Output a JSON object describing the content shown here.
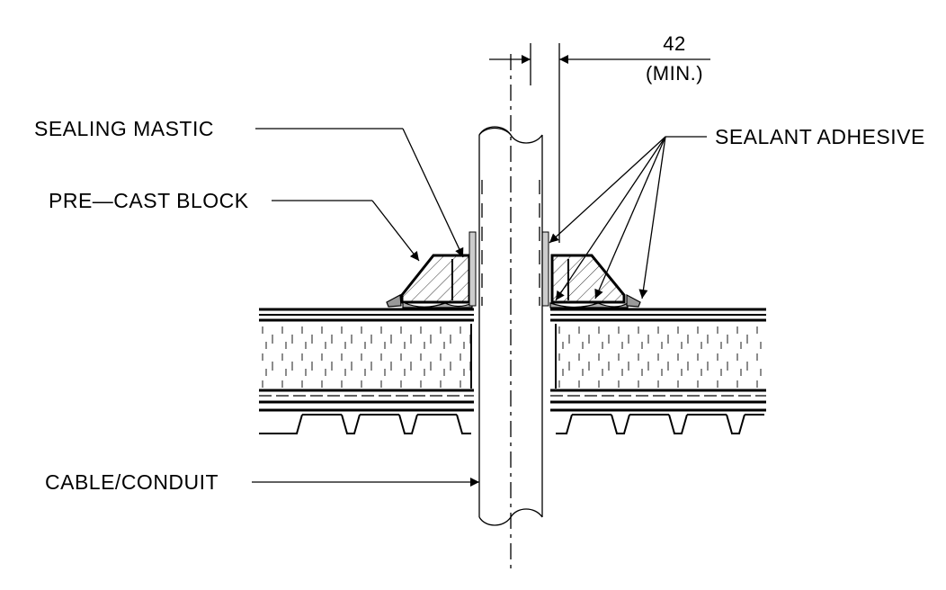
{
  "labels": {
    "sealing_mastic": "SEALING MASTIC",
    "pre_cast_block": "PRE—CAST BLOCK",
    "cable_conduit": "CABLE/CONDUIT",
    "sealant_adhesive": "SEALANT ADHESIVE"
  },
  "dimension": {
    "value": "42",
    "qualifier": "(MIN.)"
  }
}
